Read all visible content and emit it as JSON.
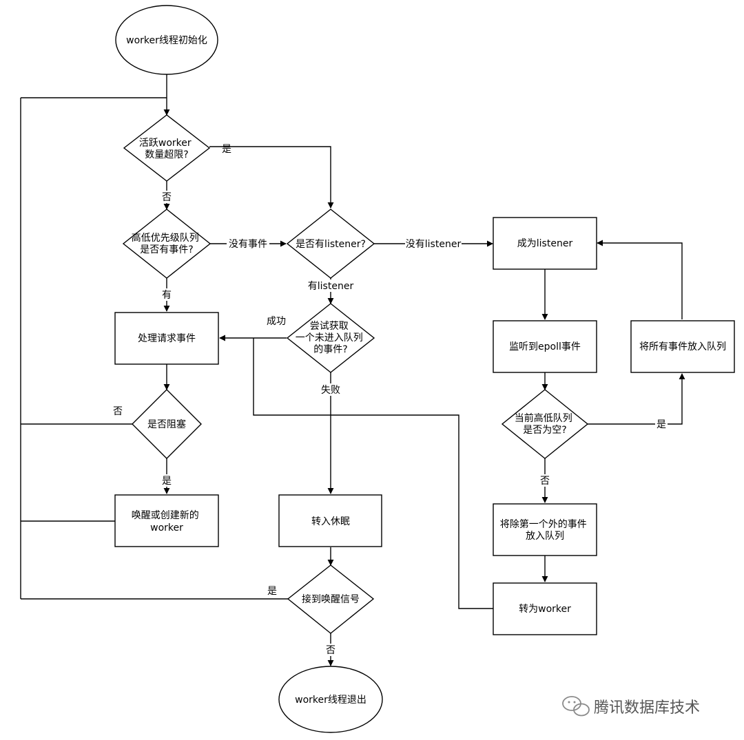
{
  "nodes": {
    "start": "worker线程初始化",
    "check_active": [
      "活跃worker",
      "数量超限?"
    ],
    "check_queue": [
      "高低优先级队列",
      "是否有事件?"
    ],
    "check_listener": "是否有listener?",
    "handle_request": "处理请求事件",
    "try_fetch": [
      "尝试获取",
      "一个未进入队列",
      "的事件?"
    ],
    "is_blocked": "是否阻塞",
    "wake_create": [
      "唤醒或创建新的",
      "worker"
    ],
    "sleep": "转入休眠",
    "recv_wakeup": "接到唤醒信号",
    "exit": "worker线程退出",
    "become_listener": "成为listener",
    "listen_epoll": "监听到epoll事件",
    "queue_empty": [
      "当前高低队列",
      "是否为空?"
    ],
    "enqueue_all": "将所有事件放入队列",
    "enqueue_except_first": [
      "将除第一个外的事件",
      "放入队列"
    ],
    "to_worker": "转为worker"
  },
  "edge_labels": {
    "active_yes": "是",
    "active_no": "否",
    "no_events": "没有事件",
    "has_events": "有",
    "no_listener": "没有listener",
    "has_listener": "有listener",
    "fetch_success": "成功",
    "fetch_fail": "失败",
    "blocked_no": "否",
    "blocked_yes": "是",
    "wakeup_yes": "是",
    "wakeup_no": "否",
    "empty_yes": "是",
    "empty_no": "否"
  },
  "watermark": {
    "icon": "wechat-icon",
    "text": "腾讯数据库技术"
  }
}
